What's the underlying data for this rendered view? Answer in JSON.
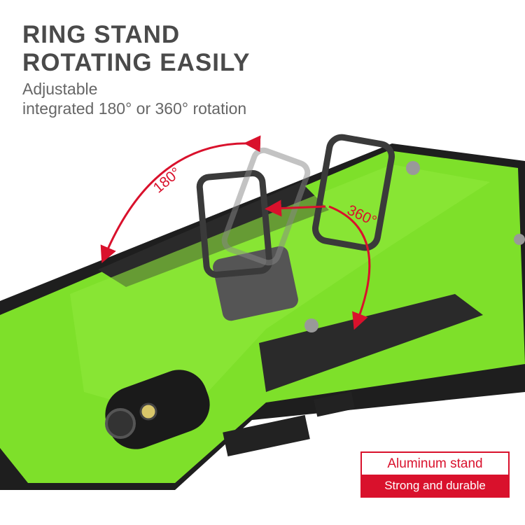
{
  "headline": {
    "line1": "RING STAND",
    "line2": "ROTATING EASILY"
  },
  "subheadline": {
    "line1": "Adjustable",
    "line2": "integrated 180° or 360° rotation"
  },
  "rotation_labels": {
    "left": "180°",
    "right": "360°"
  },
  "badge": {
    "top": "Aluminum stand",
    "bottom": "Strong and durable"
  },
  "colors": {
    "case_green": "#7ee02a",
    "accent_red": "#d9112c",
    "bumper_black": "#1e1e1e",
    "ring_gray": "#3a3a3a"
  }
}
